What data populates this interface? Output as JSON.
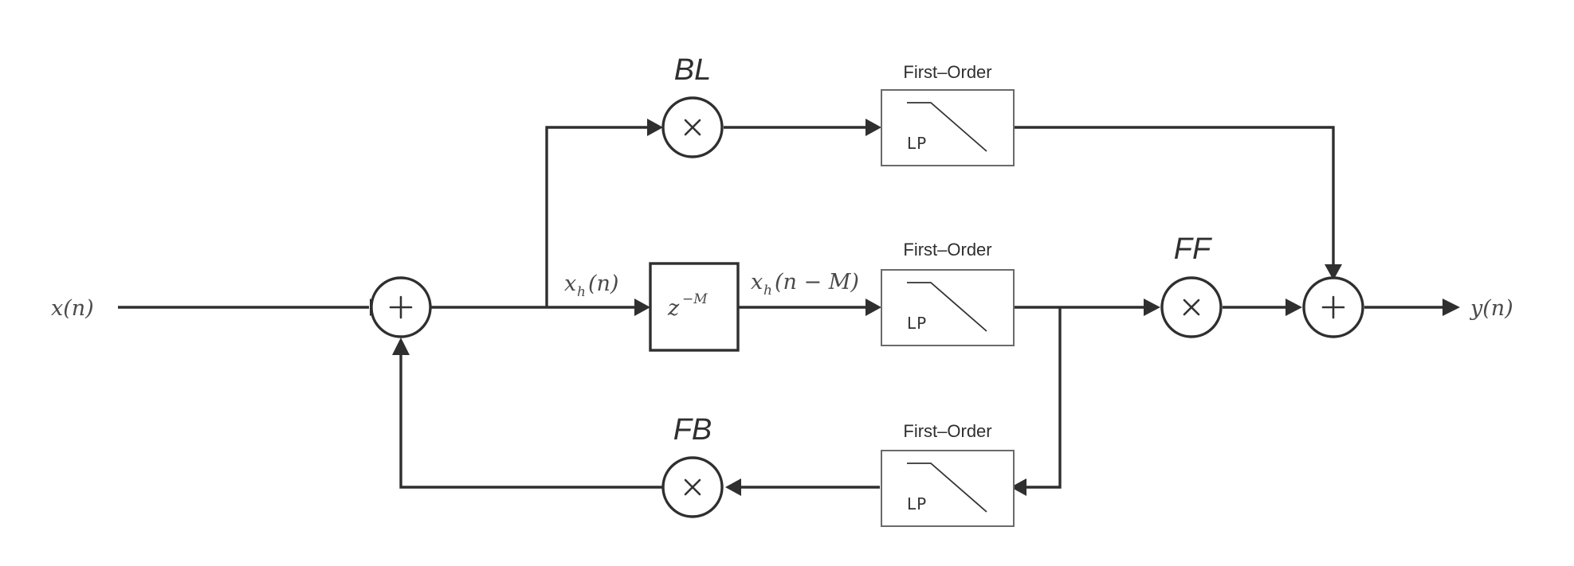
{
  "signals": {
    "input": "x(n)",
    "output": "y(n)",
    "delay_in_base": "x",
    "delay_in_sub": "h",
    "delay_in_arg": "(n)",
    "delay_out_base": "x",
    "delay_out_sub": "h",
    "delay_out_arg": "(n − M)"
  },
  "delay": {
    "base": "z",
    "exponent": "−M"
  },
  "gains": {
    "blend": "BL",
    "feedforward": "FF",
    "feedback": "FB"
  },
  "filters": {
    "top": {
      "caption": "First–Order",
      "text": "LP"
    },
    "middle": {
      "caption": "First–Order",
      "text": "LP"
    },
    "bottom": {
      "caption": "First–Order",
      "text": "LP"
    }
  },
  "colors": {
    "line": "#2f2f2f",
    "filter_border": "#6a6a6a",
    "math_text": "#4a4a4a",
    "background": "#ffffff"
  }
}
